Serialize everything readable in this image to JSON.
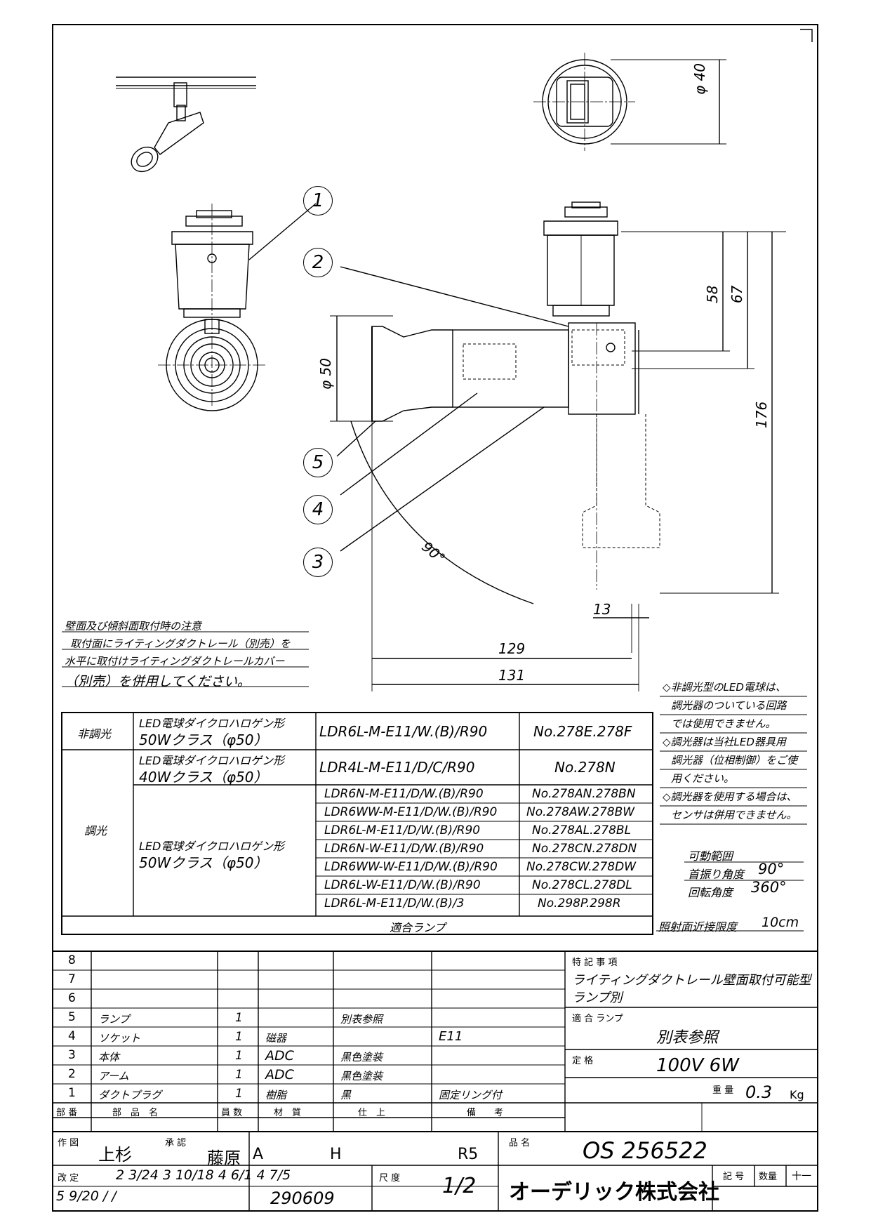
{
  "notes": {
    "wall_title": "壁面及び傾斜面取付時の注意",
    "wall_lines": [
      "取付面にライティングダクトレール（別売）を",
      "水平に取付けライティングダクトレールカバー",
      "（別売）を併用してください。"
    ],
    "side_lines": [
      "◇非調光型のLED電球は、",
      "調光器のついている回路",
      "では使用できません。",
      "◇調光器は当社LED器具用",
      "調光器（位相制御）をご使",
      "用ください。",
      "◇調光器を使用する場合は、",
      "センサは併用できません。"
    ]
  },
  "callouts": [
    "1",
    "2",
    "3",
    "4",
    "5"
  ],
  "dims": {
    "d40": "φ 40",
    "d58": "58",
    "d67": "67",
    "d176": "176",
    "d50": "φ 50",
    "d13": "13",
    "d129": "129",
    "d131": "131",
    "angle": "90°"
  },
  "lamp_table": {
    "rows": [
      {
        "group": "非調光",
        "lamp": [
          "LED電球ダイクロハロゲン形",
          "50Wクラス（φ50）"
        ],
        "model": "LDR6L-M-E11/W.(B)/R90",
        "no": "No.278E.278F"
      },
      {
        "group": "",
        "lamp": [
          "LED電球ダイクロハロゲン形",
          "40Wクラス（φ50）"
        ],
        "model": "LDR4L-M-E11/D/C/R90",
        "no": "No.278N"
      },
      {
        "group": "調光",
        "lamp": [
          "LED電球ダイクロハロゲン形",
          "50Wクラス（φ50）"
        ],
        "model": "LDR6N-M-E11/D/W.(B)/R90",
        "no": "No.278AN.278BN"
      },
      {
        "model": "LDR6WW-M-E11/D/W.(B)/R90",
        "no": "No.278AW.278BW"
      },
      {
        "model": "LDR6L-M-E11/D/W.(B)/R90",
        "no": "No.278AL.278BL"
      },
      {
        "model": "LDR6N-W-E11/D/W.(B)/R90",
        "no": "No.278CN.278DN"
      },
      {
        "model": "LDR6WW-W-E11/D/W.(B)/R90",
        "no": "No.278CW.278DW"
      },
      {
        "model": "LDR6L-W-E11/D/W.(B)/R90",
        "no": "No.278CL.278DL"
      },
      {
        "model": "LDR6L-M-E11/D/W.(B)/3",
        "no": "No.298P.298R"
      }
    ],
    "footer": "適合ランプ"
  },
  "range": {
    "title": "可動範囲",
    "swing_label": "首振り角度",
    "swing_value": "90°",
    "rot_label": "回転角度",
    "rot_value": "360°",
    "limit_label": "照射面近接限度",
    "limit_value": "10cm"
  },
  "parts": {
    "rows": [
      {
        "no": "8",
        "name": "",
        "qty": "",
        "mat": "",
        "fin": "",
        "rem": ""
      },
      {
        "no": "7",
        "name": "",
        "qty": "",
        "mat": "",
        "fin": "",
        "rem": ""
      },
      {
        "no": "6",
        "name": "",
        "qty": "",
        "mat": "",
        "fin": "",
        "rem": ""
      },
      {
        "no": "5",
        "name": "ランプ",
        "qty": "1",
        "mat": "",
        "fin": "別表参照",
        "rem": ""
      },
      {
        "no": "4",
        "name": "ソケット",
        "qty": "1",
        "mat": "磁器",
        "fin": "",
        "rem": "E11"
      },
      {
        "no": "3",
        "name": "本体",
        "qty": "1",
        "mat": "ADC",
        "fin": "黒色塗装",
        "rem": ""
      },
      {
        "no": "2",
        "name": "アーム",
        "qty": "1",
        "mat": "ADC",
        "fin": "黒色塗装",
        "rem": ""
      },
      {
        "no": "1",
        "name": "ダクトプラグ",
        "qty": "1",
        "mat": "樹脂",
        "fin": "黒",
        "rem": "固定リング付"
      }
    ],
    "header": [
      "部 番",
      "部　品　名",
      "員 数",
      "材　質",
      "仕　上",
      "備　　考"
    ]
  },
  "specs": {
    "notes_label": "特 記 事 項",
    "notes_line1": "ライティングダクトレール壁面取付可能型",
    "notes_line2": "ランプ別",
    "lamp_label": "適 合 ランプ",
    "lamp_value": "別表参照",
    "rating_label": "定 格",
    "rating_value": "100V  6W",
    "weight_label": "重 量",
    "weight_value": "0.3",
    "weight_unit": "Kg"
  },
  "title_block": {
    "draw_label": "作 図",
    "drawer": "上杉",
    "approve_label": "承 認",
    "approver": "藤原",
    "a": "A",
    "h": "H",
    "r": "R5",
    "name_label": "品 名",
    "product": "OS 256522",
    "rev_label": "改 定",
    "rev_dates": "2 3/24   3 10/18   4 6/1   4 7/5",
    "rev_dates2": "5 9/20      /       /",
    "code": "290609",
    "scale_label": "尺 度",
    "scale": "1/2",
    "company": "オーデリック株式会社",
    "sym_label": "記 号",
    "qty_label": "数量",
    "misc": "十一"
  }
}
